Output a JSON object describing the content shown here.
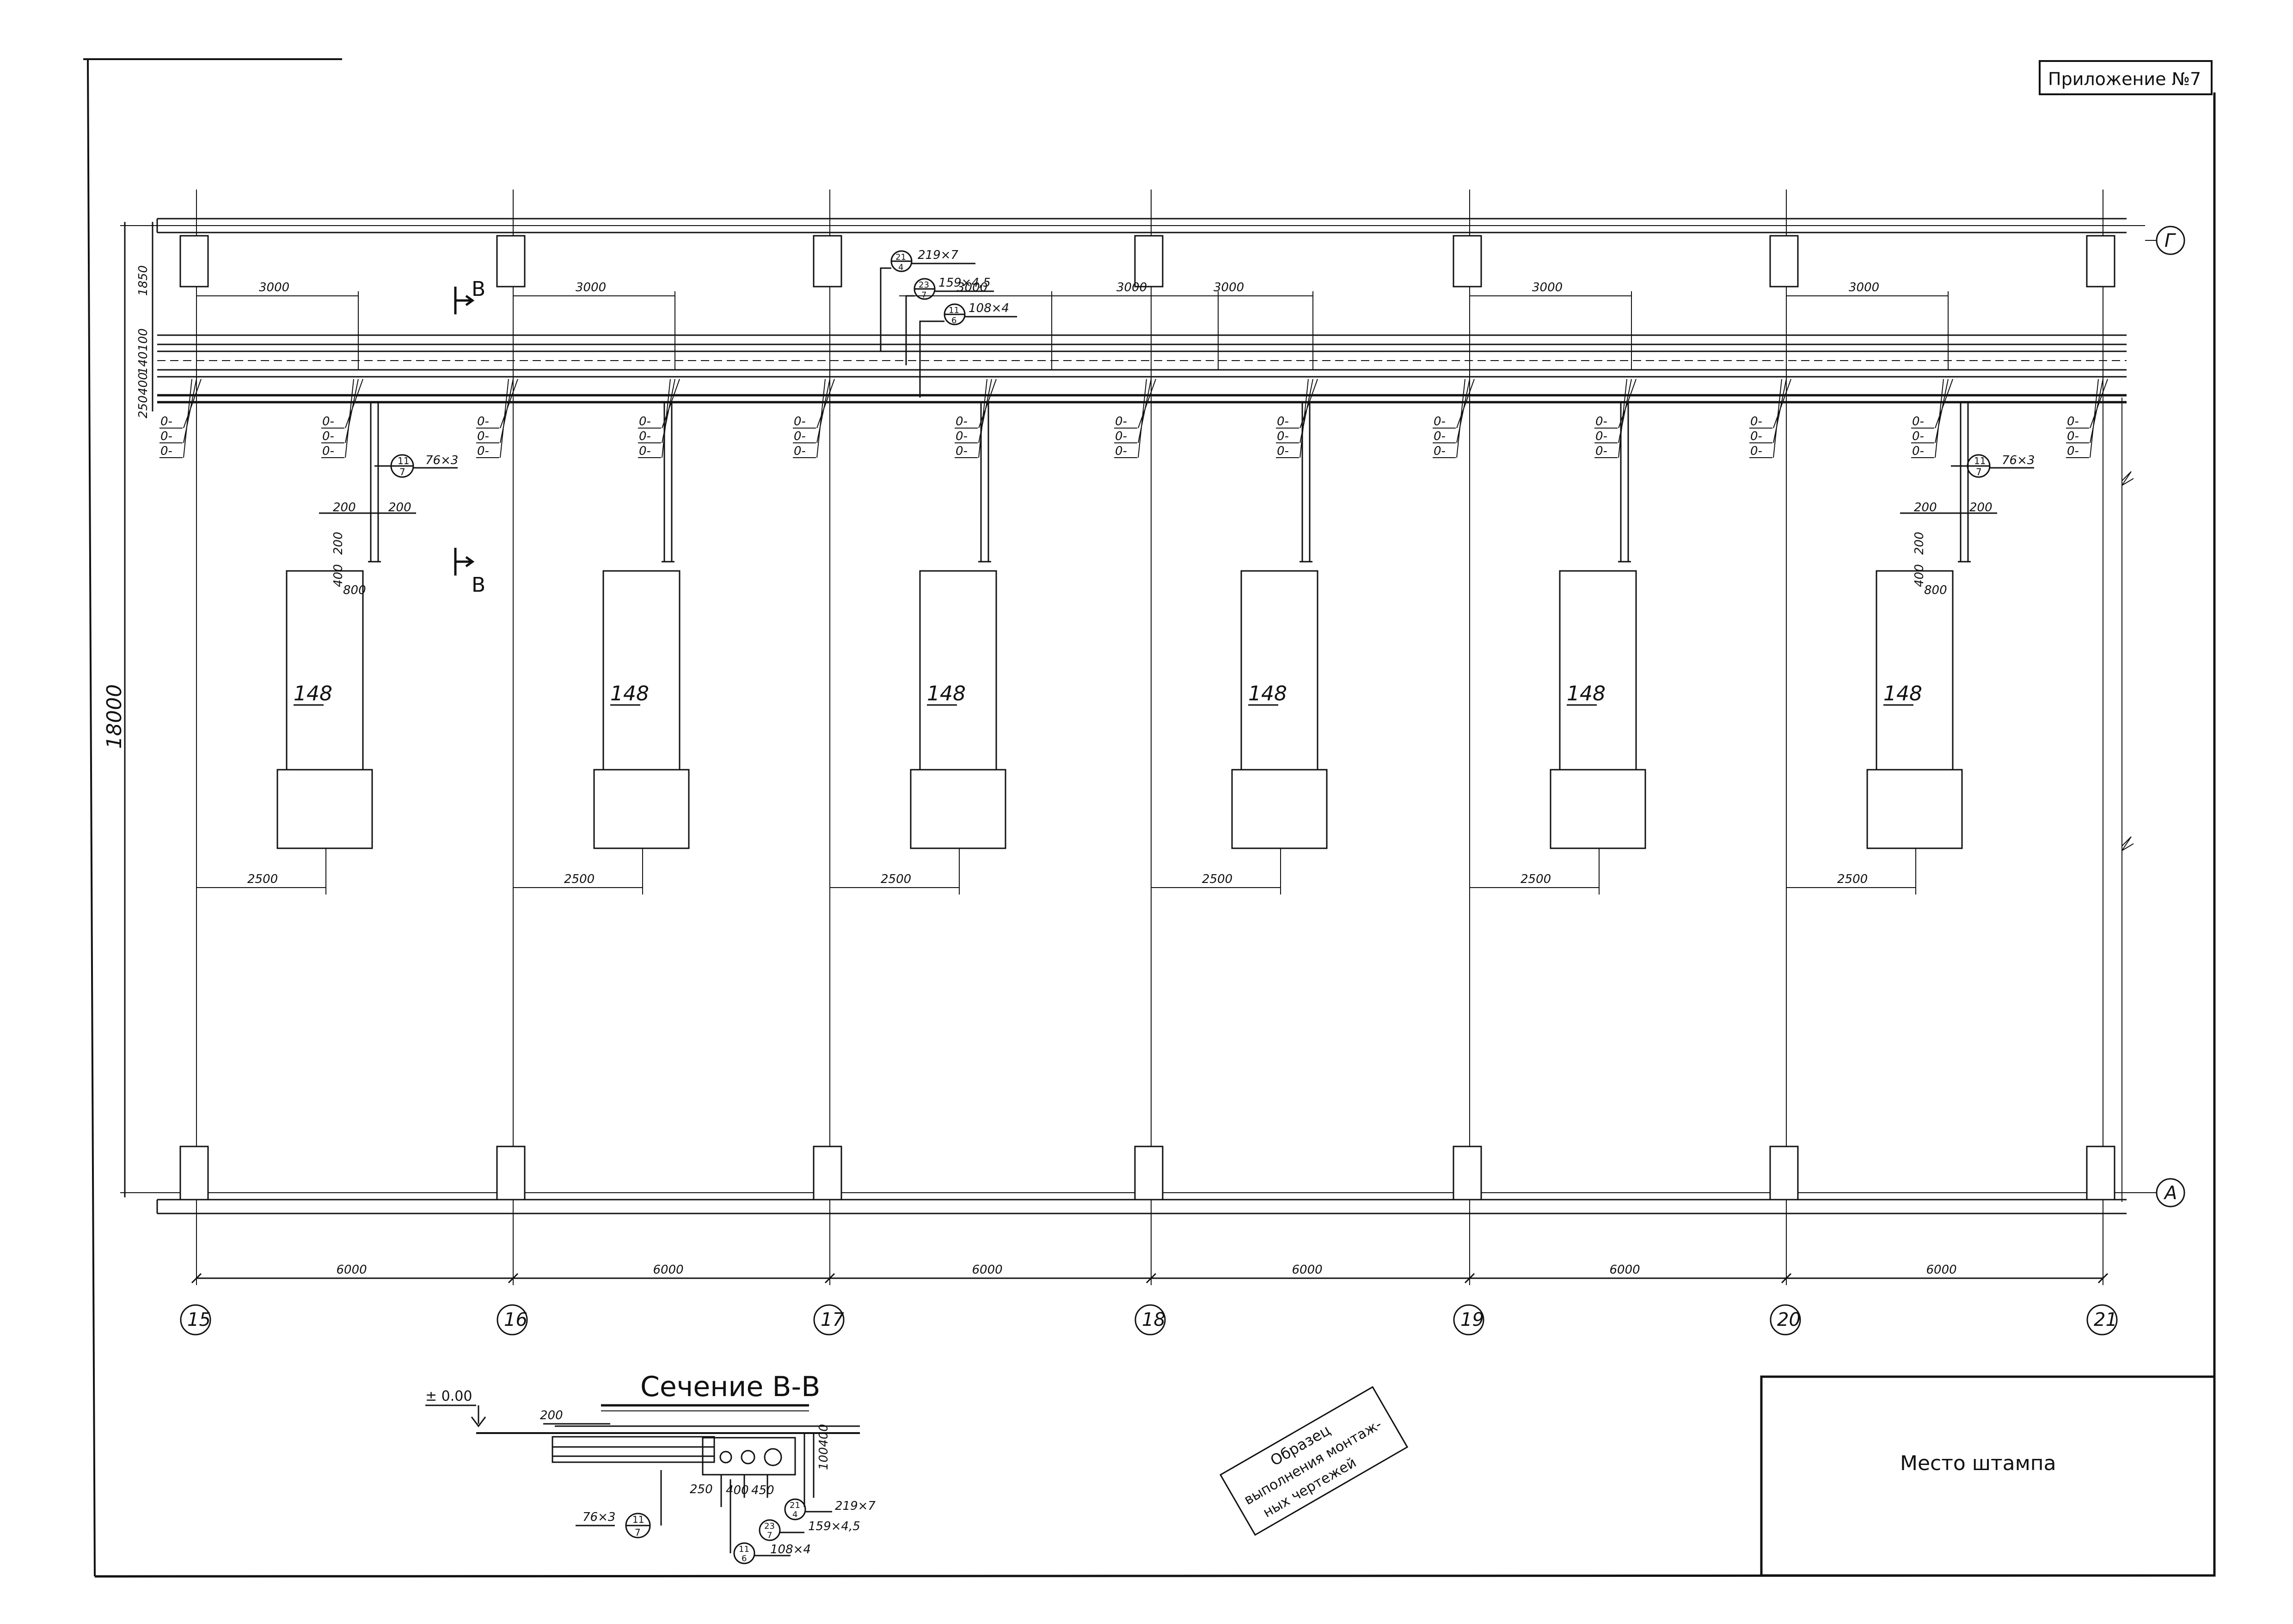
{
  "appendix_label": "Приложение №7",
  "row_axes": {
    "top": "Г",
    "bottom": "А"
  },
  "column_axes": [
    "15",
    "16",
    "17",
    "18",
    "19",
    "20",
    "21"
  ],
  "spans": [
    "6000",
    "6000",
    "6000",
    "6000",
    "6000",
    "6000"
  ],
  "overall_dimension": "18000",
  "side_dims": [
    "1850",
    "100",
    "140",
    "400",
    "250"
  ],
  "pipe_offset_dims": [
    "3000",
    "3000",
    "3000",
    "3000",
    "3000",
    "3000",
    "3000"
  ],
  "unit_offset_dims": [
    "2500",
    "2500",
    "2500",
    "2500",
    "2500",
    "2500"
  ],
  "unit_label": "148",
  "valve_tag": "0-",
  "section_mark": "В",
  "callouts": {
    "pipe_21": {
      "pos": "21",
      "qty": "4",
      "size": "219×7"
    },
    "pipe_23": {
      "pos": "23",
      "qty": "7",
      "size": "159×4,5"
    },
    "pipe_11": {
      "pos": "11",
      "qty": "6",
      "size": "108×4"
    },
    "branch": {
      "pos": "11",
      "qty": "7",
      "size": "76×3"
    }
  },
  "branch_dims": [
    "200",
    "200",
    "200",
    "800",
    "400"
  ],
  "section": {
    "title": "Сечение В-В",
    "level": "± 0.00",
    "dims": [
      "200",
      "250",
      "400",
      "450",
      "100",
      "400"
    ]
  },
  "watermark": [
    "Образец",
    "выполнения монтаж-",
    "ных чертежей"
  ],
  "stamp": "Место штампа"
}
